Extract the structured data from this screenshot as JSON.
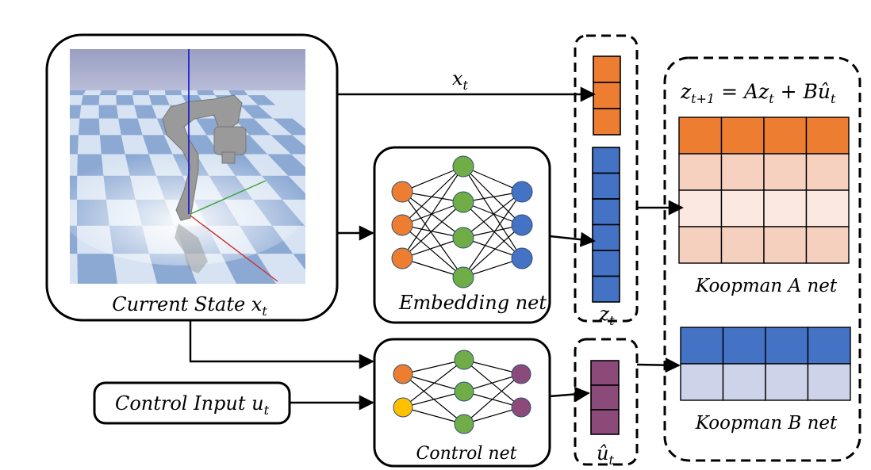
{
  "labels": {
    "state_input": "x",
    "state_input_sub": "t",
    "current_state": "Current State x",
    "current_state_sub": "t",
    "embedding_net": "Embedding net",
    "control_net": "Control net",
    "control_input": "Control Input u",
    "control_input_sub": "t",
    "latent": "z",
    "latent_sub": "t",
    "control_latent": "û",
    "control_latent_sub": "t",
    "koopman_a": "Koopman A net",
    "koopman_b": "Koopman B net"
  },
  "equation": {
    "lhs": "z",
    "lhs_sub": "t+1",
    "rhs_1": " = Az",
    "rhs_1_sub": "t",
    "rhs_2": " + Bû",
    "rhs_2_sub": "t"
  },
  "colors": {
    "orange": "#ED7D31",
    "blue": "#4472C4",
    "green": "#70AD47",
    "purple": "#8B4A7A",
    "yellow": "#FFC000",
    "a_row_1": "#ED7D31",
    "a_row_2": "#F7D1C0",
    "a_row_3": "#FBE9E1",
    "a_row_4": "#F6D0BF",
    "b_row_1": "#4472C4",
    "b_row_2": "#CDD4EA"
  },
  "icons": {
    "robot_scene": "robot-arm-simulation-image"
  }
}
